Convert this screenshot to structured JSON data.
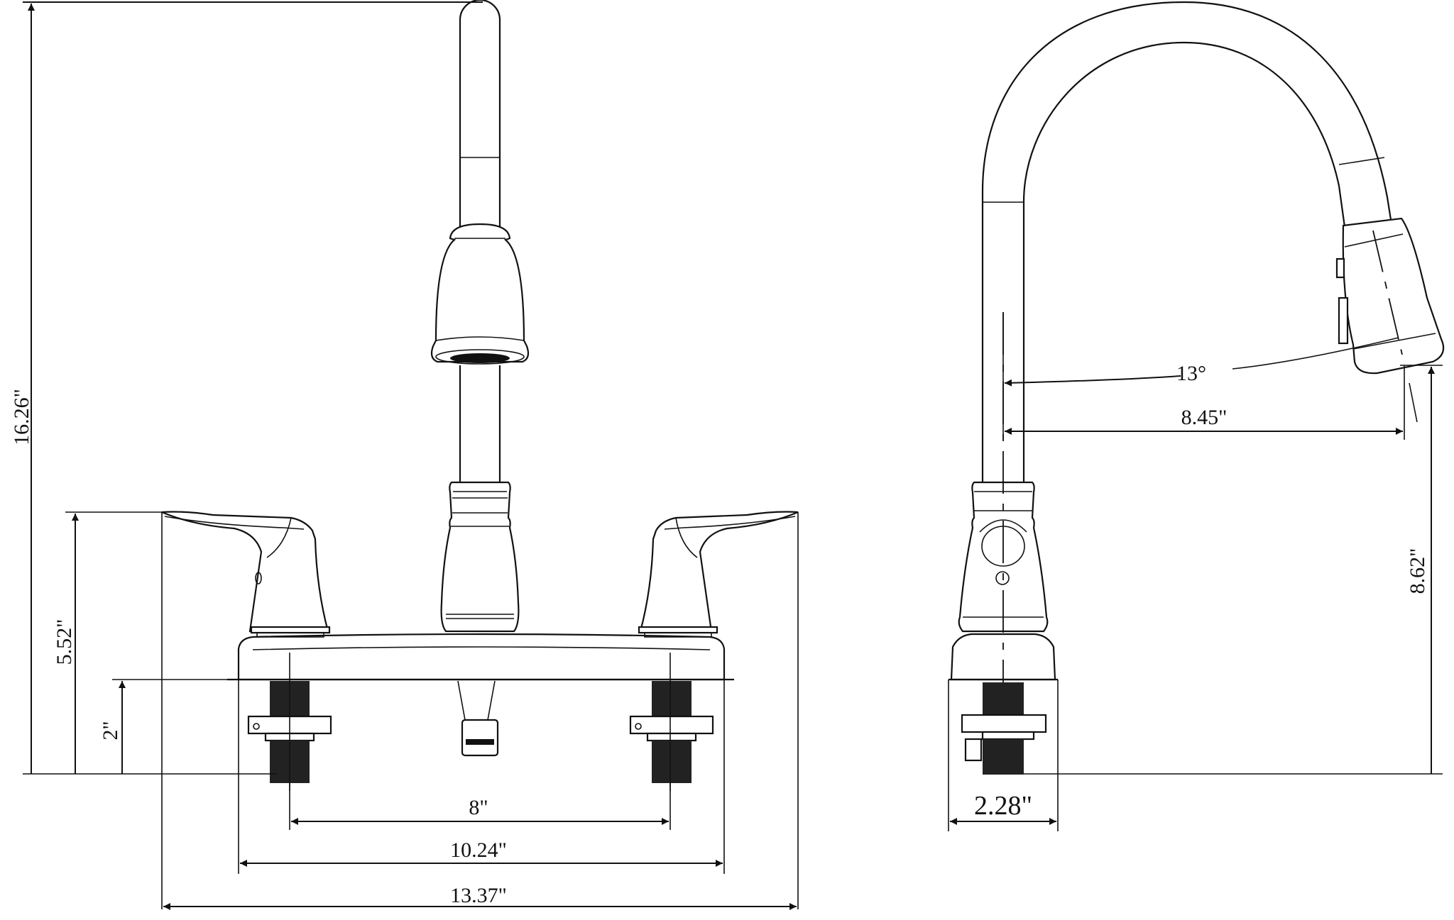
{
  "diagram": {
    "subject": "Kitchen faucet dimension drawing",
    "views": [
      {
        "name": "Front view",
        "position": "left"
      },
      {
        "name": "Side view",
        "position": "right"
      }
    ],
    "line_color": "#111111",
    "background": "#ffffff"
  },
  "front_view": {
    "dimensions": {
      "overall_height": "16.26\"",
      "handle_height": "5.52\"",
      "shank_length": "2\"",
      "center_spacing": "8\"",
      "deck_width": "10.24\"",
      "overall_width": "13.37\""
    }
  },
  "side_view": {
    "dimensions": {
      "spray_angle": "13°",
      "spout_reach": "8.45\"",
      "spout_clearance": "8.62\"",
      "base_depth": "2.28\""
    }
  }
}
